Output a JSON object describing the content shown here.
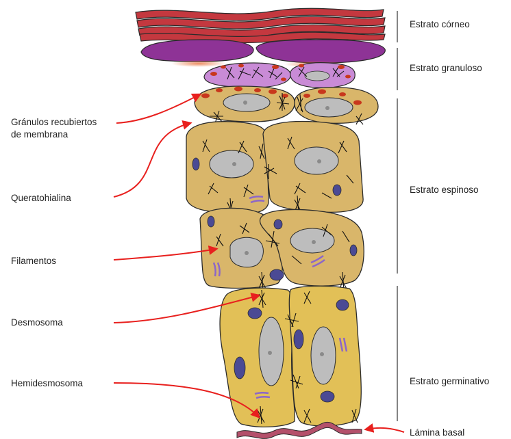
{
  "labels_left": {
    "granulos": [
      "Gránulos recubiertos",
      "de membrana"
    ],
    "queratohialina": "Queratohialina",
    "filamentos": "Filamentos",
    "desmosoma": "Desmosoma",
    "hemidesmosoma": "Hemidesmosoma"
  },
  "labels_right": {
    "corneo": "Estrato córneo",
    "granuloso": "Estrato granuloso",
    "espinoso": "Estrato espinoso",
    "germinativo": "Estrato germinativo",
    "lamina": "Lámina basal"
  },
  "colors": {
    "cell_fill": "#d9b66a",
    "germ_fill": "#e2c057",
    "cell_stroke": "#2b2b2b",
    "nucleus": "#bdbdbd",
    "nucleolus": "#8a8a8a",
    "granule": "#c8371c",
    "granular_cell": "#c98bd6",
    "keratin_flat": "#8e3396",
    "corneo_band": "#c4383f",
    "arrow": "#e8201e",
    "mitochondria": "#4b4a94",
    "golgi": "#8c66c9",
    "basal": "#b4506b"
  }
}
